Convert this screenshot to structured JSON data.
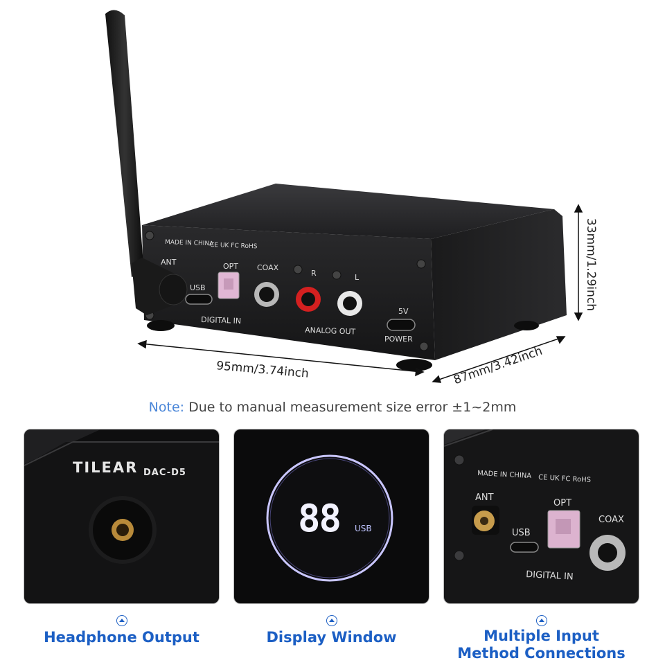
{
  "device": {
    "brand": "TILEAR",
    "model": "DAC-D5",
    "rear_labels": {
      "made_in": "MADE IN CHINA",
      "certs": "CE UK FC RoHS",
      "ant": "ANT",
      "usb": "USB",
      "opt": "OPT",
      "coax": "COAX",
      "r": "R",
      "l": "L",
      "digital_in": "DIGITAL IN",
      "analog_out": "ANALOG OUT",
      "power_voltage": "5V",
      "power": "POWER"
    }
  },
  "dimensions": {
    "height": "33mm/1.29inch",
    "width": "95mm/3.74inch",
    "depth": "87mm/3.42inch"
  },
  "note": {
    "label": "Note:",
    "text": " Due to manual measurement size error ±1~2mm"
  },
  "display": {
    "digits": "88",
    "source": "USB"
  },
  "features": [
    {
      "caption": "Headphone Output",
      "icon": "up-arrow-icon"
    },
    {
      "caption": "Display Window",
      "icon": "up-arrow-icon"
    },
    {
      "caption": "Multiple Input\nMethod Connections",
      "icon": "up-arrow-icon"
    }
  ],
  "colors": {
    "caption_blue": "#1c5fc4",
    "note_label": "#4a86d8",
    "device_body": "#1d1d1f",
    "display_ring": "#c9c6ff"
  }
}
